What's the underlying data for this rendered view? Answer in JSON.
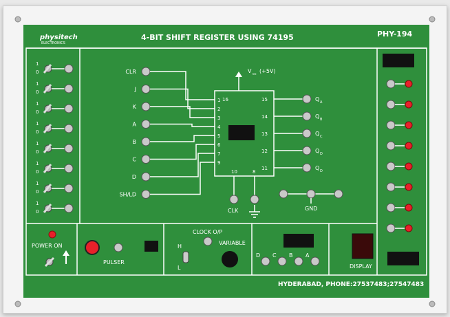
{
  "board": {
    "logo": "physitech",
    "logo_sub": "ELECTRONICS",
    "title": "4-BIT SHIFT REGISTER USING 74195",
    "model": "PHY-194",
    "vcc_label": "V",
    "vcc_sub": "cc",
    "vcc_value": "(+5V)",
    "footer": "HYDERABAD, PHONE:27537483;27547483"
  },
  "left_switches": {
    "items": [
      {
        "hi": "1",
        "lo": "0"
      },
      {
        "hi": "1",
        "lo": "0"
      },
      {
        "hi": "1",
        "lo": "0"
      },
      {
        "hi": "1",
        "lo": "0"
      },
      {
        "hi": "1",
        "lo": "0"
      },
      {
        "hi": "1",
        "lo": "0"
      },
      {
        "hi": "1",
        "lo": "0"
      },
      {
        "hi": "1",
        "lo": "0"
      }
    ]
  },
  "ic": {
    "left_pins": [
      {
        "pin": "1",
        "label": "CLR"
      },
      {
        "pin": "2",
        "label": "J"
      },
      {
        "pin": "3",
        "label": "K"
      },
      {
        "pin": "4",
        "label": "A"
      },
      {
        "pin": "5",
        "label": "B"
      },
      {
        "pin": "6",
        "label": "C"
      },
      {
        "pin": "7",
        "label": "D"
      },
      {
        "pin": "9",
        "label": "SH/LD"
      }
    ],
    "right_pins": [
      {
        "pin": "15",
        "label": "Q",
        "sub": "A"
      },
      {
        "pin": "14",
        "label": "Q",
        "sub": "B"
      },
      {
        "pin": "13",
        "label": "Q",
        "sub": "C"
      },
      {
        "pin": "12",
        "label": "Q",
        "sub": "D"
      },
      {
        "pin": "11",
        "label": "Q",
        "sub": "D"
      }
    ],
    "top_pin": "16",
    "bottom_pins": [
      "10",
      "8"
    ],
    "clk_label": "CLK",
    "gnd_label": "GND"
  },
  "bottom": {
    "power_label": "POWER ON",
    "pulser_label": "PULSER",
    "clock_label": "CLOCK O/P",
    "variable_label": "VARIABLE",
    "h_label": "H",
    "l_label": "L",
    "display_label": "DISPLAY",
    "display_inputs": [
      "D",
      "C",
      "B",
      "A"
    ]
  },
  "colors": {
    "board": "#2f8f3c",
    "line": "#ffffff",
    "led": "#e8202a"
  }
}
